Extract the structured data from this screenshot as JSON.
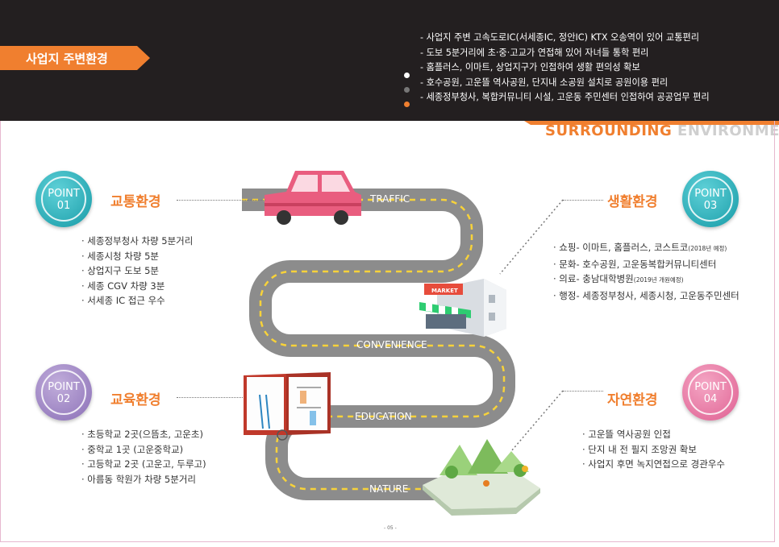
{
  "header": {
    "title": "사업지 주변환경",
    "bullets": [
      "- 사업지 주변 고속도로IC(서세종IC, 정안IC) KTX 오송역이 있어 교통편리",
      "- 도보 5분거리에 초·중·고교가 연접해 있어 자녀들 통학 편리",
      "- 홈플러스, 이마트, 상업지구가 인접하여 생활 편의성 확보",
      "- 호수공원, 고운뜰 역사공원, 단지내 소공원 설치로 공원이용 편리",
      "- 세종정부청사, 복합커뮤니티 시설, 고운동 주민센터 인접하여 공공업무 편리"
    ],
    "subtitle_a": "SURROUNDING",
    "subtitle_b": " ENVIRONMENT"
  },
  "colors": {
    "accent": "#f07f2f",
    "dark": "#231f20",
    "road": "#8c8c8c",
    "road_dash": "#f7d23a"
  },
  "road_labels": {
    "traffic": "TRAFFIC",
    "convenience": "CONVENIENCE",
    "education": "EDUCATION",
    "nature": "NATURE"
  },
  "market_sign": "MARKET",
  "points": [
    {
      "badge": "POINT\n01",
      "badge_a": "POINT",
      "badge_b": "01",
      "title": "교통환경",
      "items": [
        "· 세종정부청사 차량 5분거리",
        "· 세종시청 차량 5분",
        "· 상업지구 도보 5분",
        "· 세종 CGV 차량 3분",
        "· 서세종 IC 접근 우수"
      ]
    },
    {
      "badge_a": "POINT",
      "badge_b": "02",
      "title": "교육환경",
      "items": [
        "· 초등학교 2곳(으뜸초, 고운초)",
        "· 중학교 1곳 (고운중학교)",
        "· 고등학교 2곳 (고운고, 두루고)",
        "· 아름동 학원가 차량 5분거리"
      ]
    },
    {
      "badge_a": "POINT",
      "badge_b": "03",
      "title": "생활환경",
      "items": [
        {
          "main": "· 쇼핑- 이마트, 홈플러스, 코스트코",
          "note": "(2018년 예정)"
        },
        {
          "main": "· 문화- 호수공원, 고운동복합커뮤니티센터",
          "note": ""
        },
        {
          "main": "· 의료- 충남대학병원",
          "note": "(2019년 개원예정)"
        },
        {
          "main": "· 행정- 세종정부청사, 세종시청, 고운동주민센터",
          "note": ""
        }
      ]
    },
    {
      "badge_a": "POINT",
      "badge_b": "04",
      "title": "자연환경",
      "items": [
        "· 고운뜰 역사공원 인접",
        "· 단지 내 전 필지 조망권 확보",
        "· 사업지 후면 녹지연접으로 경관우수"
      ]
    }
  ],
  "page_number": "- 05 -"
}
